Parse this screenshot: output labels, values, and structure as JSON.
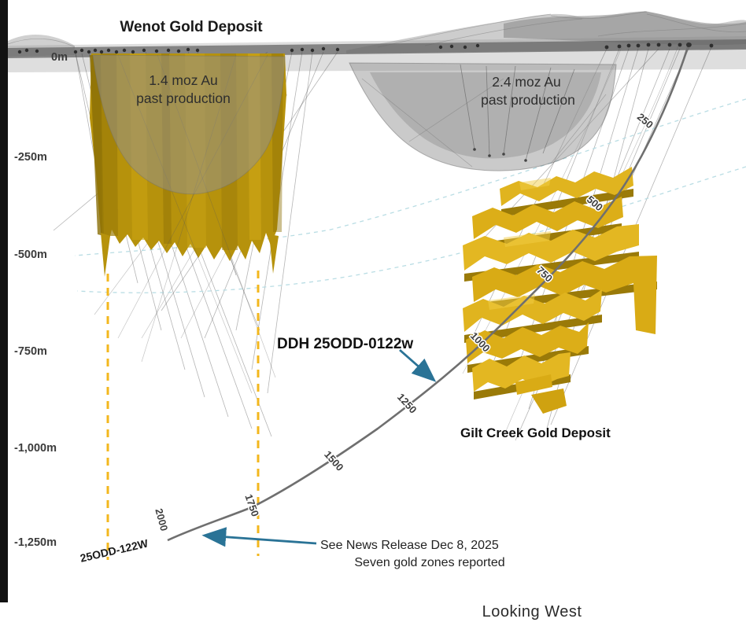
{
  "labels": {
    "wenot_title": "Wenot Gold Deposit",
    "wenot_prod_1": "1.4 moz Au",
    "wenot_prod_2": "past production",
    "east_prod_1": "2.4 moz Au",
    "east_prod_2": "past production",
    "ddh": "DDH 25ODD-0122w",
    "gilt_creek": "Gilt Creek Gold Deposit",
    "hole_name": "25ODD-122W",
    "news_1": "See News Release Dec 8, 2025",
    "news_2": "Seven gold zones reported",
    "looking": "Looking West"
  },
  "depth_axis": {
    "labels": [
      "0m",
      "-250m",
      "-500m",
      "-750m",
      "-1,000m",
      "-1,250m"
    ]
  },
  "drillhole": {
    "depth_markers": [
      "250",
      "500",
      "750",
      "1000",
      "1250",
      "1500",
      "1750",
      "2000"
    ]
  },
  "colors": {
    "gold_deposit": "#b6920c",
    "gold_bright": "#e0b41f",
    "gold_shadow": "#9a7a08",
    "pit_gray": "#919191",
    "trace_gray": "#6f6f6f",
    "arrow_blue": "#2a7396",
    "dashed_yellow": "#f3b71d",
    "dashed_teal": "#b9dde4",
    "text_dark": "#1a1a1a"
  }
}
